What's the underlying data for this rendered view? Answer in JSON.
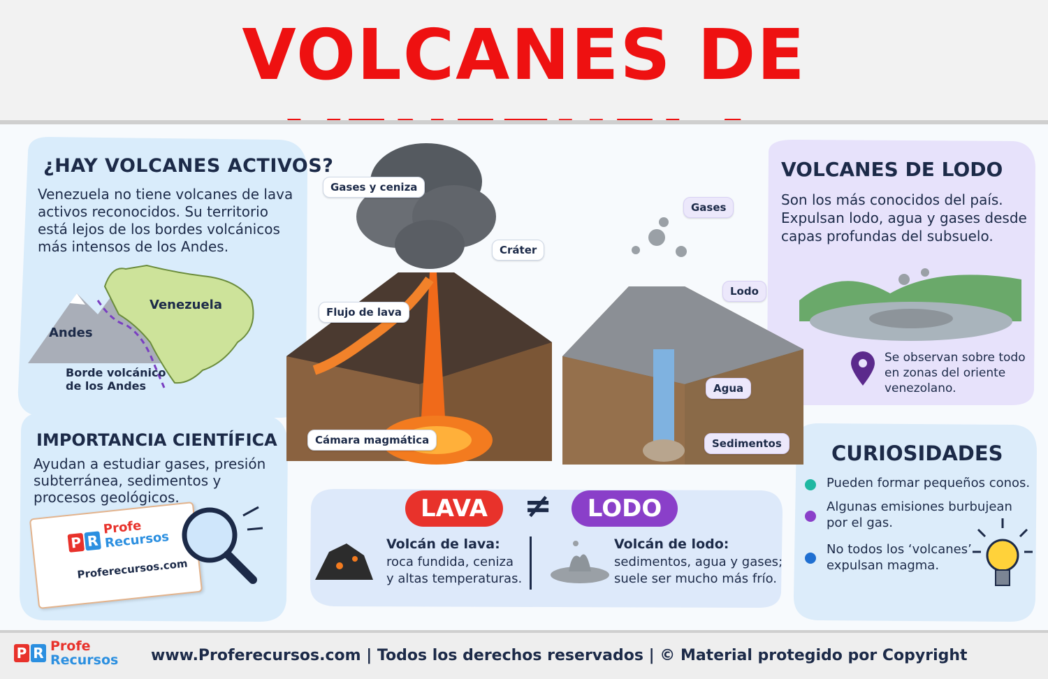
{
  "title": "VOLCANES DE VENEZUELA",
  "active": {
    "heading": "¿HAY VOLCANES ACTIVOS?",
    "lines": [
      "Venezuela no tiene volcanes de lava",
      "activos reconocidos. Su territorio",
      "está lejos de los bordes volcánicos",
      "más intensos de los Andes."
    ],
    "map_venezuela": "Venezuela",
    "map_andes": "Andes",
    "map_border": [
      "Borde volcánico",
      "de los Andes"
    ]
  },
  "science": {
    "heading": "IMPORTANCIA CIENTÍFICA",
    "lines": [
      "Ayudan a estudiar gases, presión",
      "subterránea, sedimentos y",
      "procesos geológicos."
    ],
    "notebook_profe": "Profe",
    "notebook_recursos": "Recursos",
    "notebook_url": "Proferecursos.com"
  },
  "lava_volcano": {
    "gases": "Gases y ceniza",
    "crater": "Cráter",
    "flow": "Flujo de lava",
    "chamber": "Cámara magmática"
  },
  "mud_volcano": {
    "gases": "Gases",
    "mud": "Lodo",
    "water": "Agua",
    "sediments": "Sedimentos"
  },
  "mud_box": {
    "heading": "VOLCANES DE LODO",
    "lines": [
      "Son los más conocidos del país.",
      "Expulsan lodo, agua y gases desde",
      "capas profundas del subsuelo."
    ],
    "location": [
      "Se observan sobre todo",
      "en zonas del oriente",
      "venezolano."
    ]
  },
  "compare": {
    "lava": "LAVA",
    "neq": "≠",
    "lodo": "LODO",
    "lava_title": "Volcán de lava:",
    "lava_lines": [
      "roca fundida, ceniza",
      "y altas temperaturas."
    ],
    "lodo_title": "Volcán de lodo:",
    "lodo_lines": [
      "sedimentos, agua y gases;",
      "suele ser mucho más frío."
    ]
  },
  "curiosities": {
    "heading": "CURIOSIDADES",
    "items": [
      {
        "color": "#1fb8a2",
        "lines": [
          "Pueden formar pequeños conos."
        ]
      },
      {
        "color": "#8a3fc9",
        "lines": [
          "Algunas emisiones burbujean",
          "por el gas."
        ]
      },
      {
        "color": "#1f6fd1",
        "lines": [
          "No todos los ‘volcanes’",
          "expulsan magma."
        ]
      }
    ]
  },
  "footer": {
    "profe": "Profe",
    "recursos": "Recursos",
    "text": "www.Proferecursos.com | Todos los derechos reservados | © Material protegido por Copyright"
  },
  "colors": {
    "title_red": "#ee1111",
    "lava_red": "#e8322b",
    "lodo_purple": "#8a3fc9",
    "navy": "#1c2a48"
  }
}
